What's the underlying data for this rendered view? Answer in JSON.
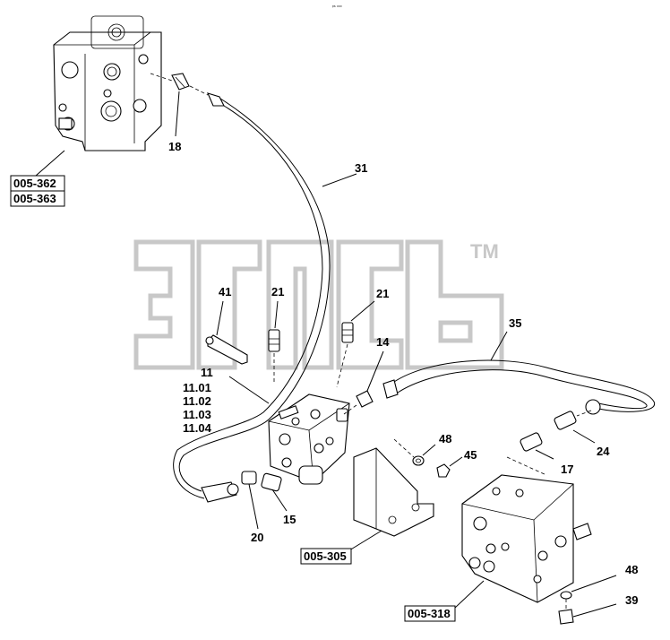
{
  "diagram": {
    "tiny_header": "ᵖˢ ᵒᵒᵒ",
    "watermark": {
      "symbol": "TM"
    },
    "references": [
      "005-362",
      "005-363",
      "005-305",
      "005-318"
    ],
    "callouts": [
      {
        "id": "18",
        "text": "18"
      },
      {
        "id": "31",
        "text": "31"
      },
      {
        "id": "41",
        "text": "41"
      },
      {
        "id": "21a",
        "text": "21"
      },
      {
        "id": "21b",
        "text": "21"
      },
      {
        "id": "14",
        "text": "14"
      },
      {
        "id": "35",
        "text": "35"
      },
      {
        "id": "11",
        "text": "11"
      },
      {
        "id": "11_01",
        "text": "11.01"
      },
      {
        "id": "11_02",
        "text": "11.02"
      },
      {
        "id": "11_03",
        "text": "11.03"
      },
      {
        "id": "11_04",
        "text": "11.04"
      },
      {
        "id": "48a",
        "text": "48"
      },
      {
        "id": "45",
        "text": "45"
      },
      {
        "id": "24",
        "text": "24"
      },
      {
        "id": "17",
        "text": "17"
      },
      {
        "id": "15",
        "text": "15"
      },
      {
        "id": "20",
        "text": "20"
      },
      {
        "id": "48b",
        "text": "48"
      },
      {
        "id": "39",
        "text": "39"
      }
    ]
  }
}
